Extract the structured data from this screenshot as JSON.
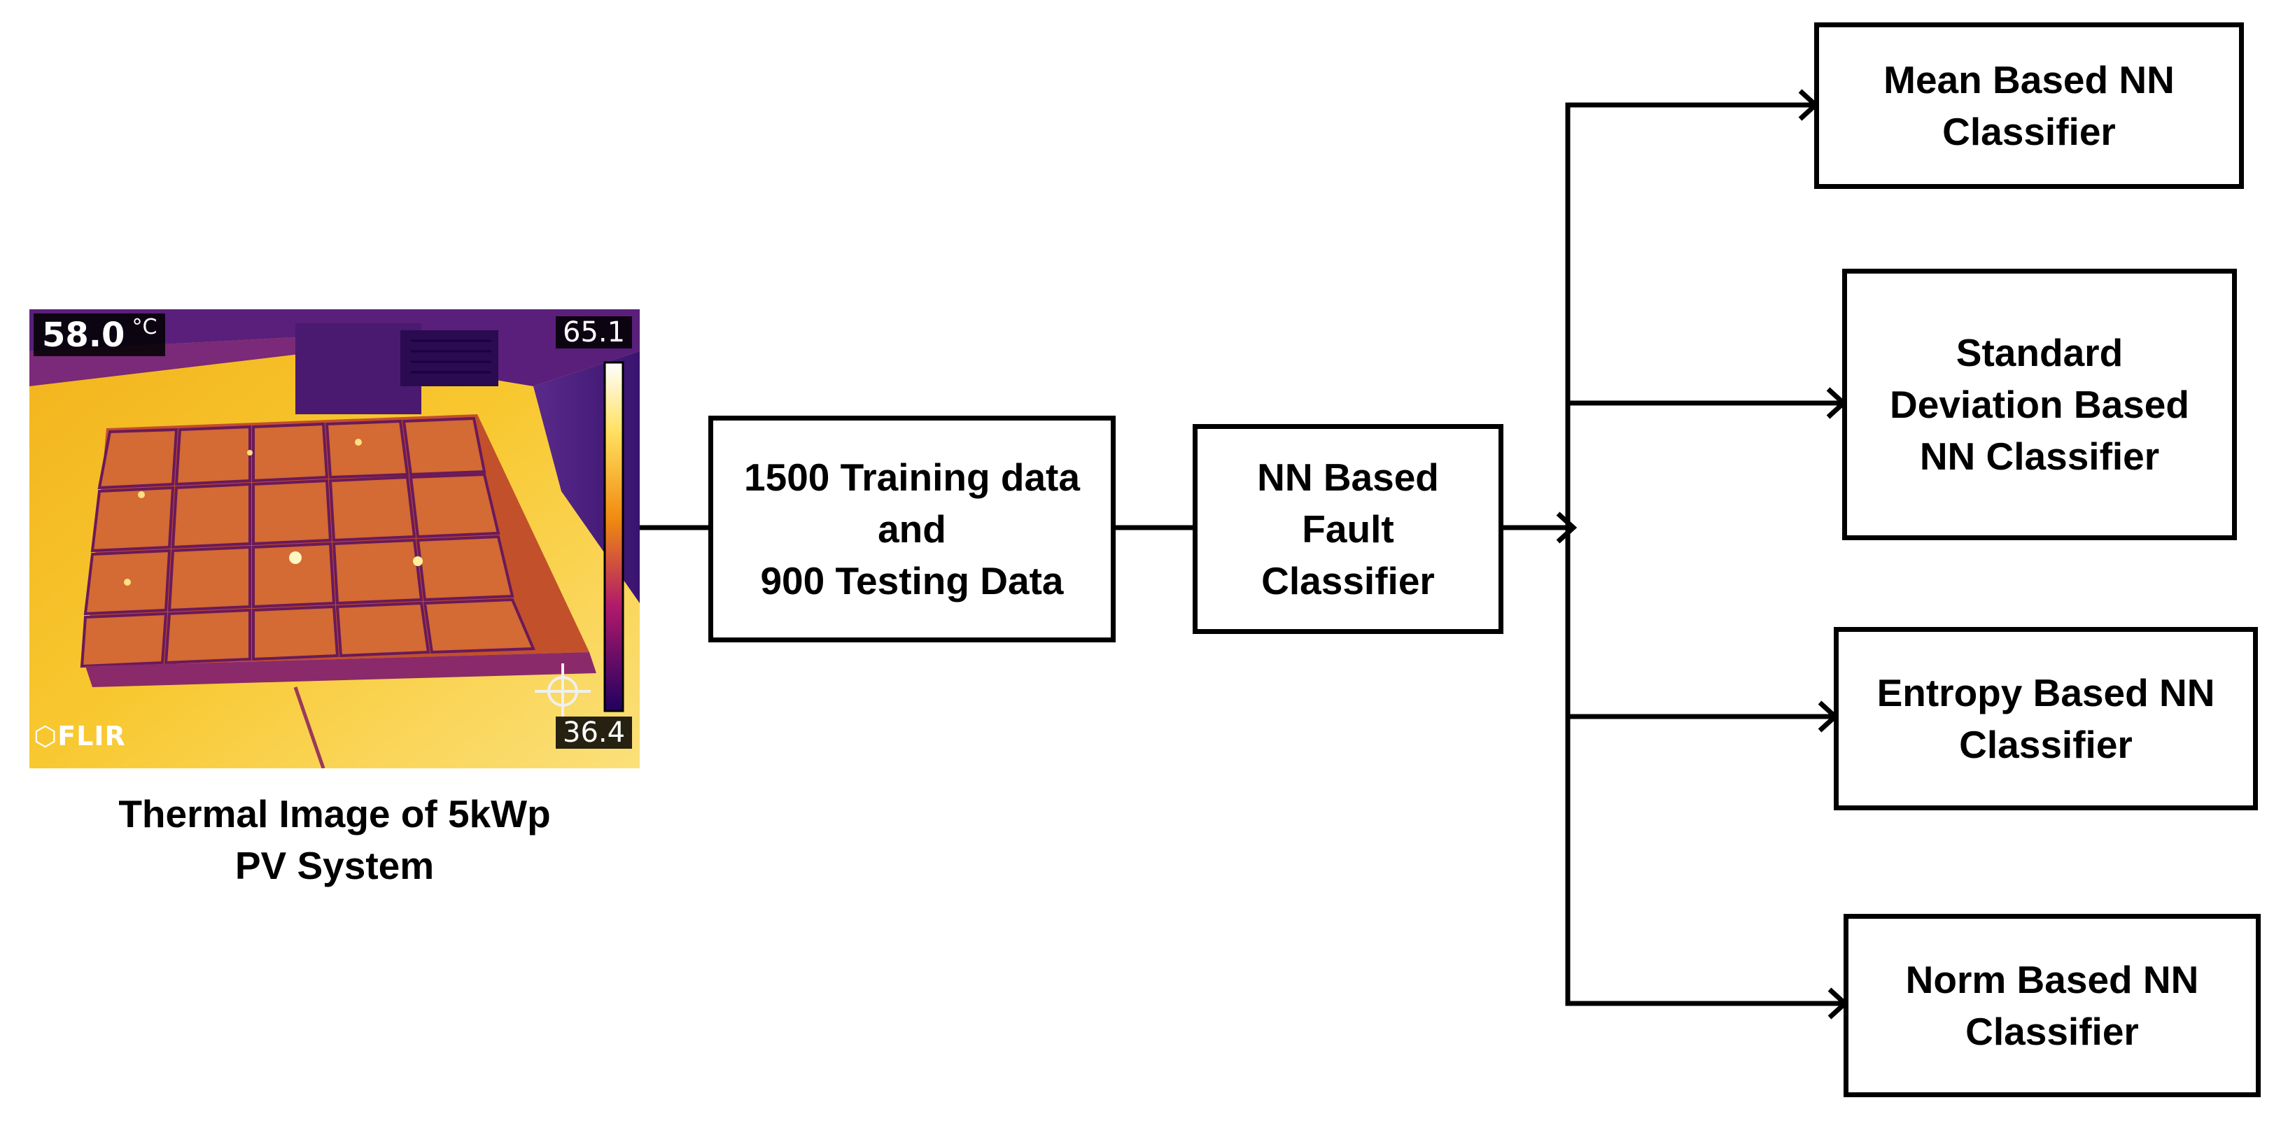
{
  "thermal_image": {
    "spot_temperature": "58.0",
    "temperature_unit": "°C",
    "scale_max": "65.1",
    "scale_min": "36.4",
    "logo_text": "FLIR",
    "caption": "Thermal Image of 5kWp\nPV System"
  },
  "blocks": {
    "data_split": "1500 Training data\nand\n900 Testing Data",
    "fault_classifier": "NN Based\nFault\nClassifier"
  },
  "outputs": [
    {
      "label": "Mean Based NN\nClassifier"
    },
    {
      "label": "Standard\nDeviation Based\nNN Classifier"
    },
    {
      "label": "Entropy Based NN\nClassifier"
    },
    {
      "label": "Norm Based NN\nClassifier"
    }
  ],
  "colors": {
    "line": "#000000",
    "box_border": "#000000",
    "background": "#ffffff"
  }
}
